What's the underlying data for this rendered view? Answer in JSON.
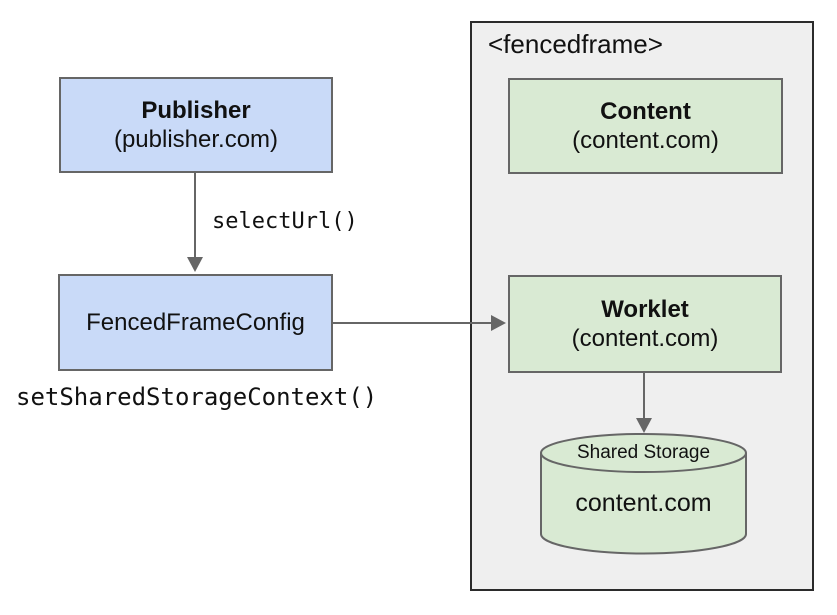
{
  "diagram": {
    "publisher": {
      "title": "Publisher",
      "subtitle": "(publisher.com)"
    },
    "fenced_frame_config": {
      "title": "FencedFrameConfig"
    },
    "labels": {
      "select_url": "selectUrl()",
      "set_shared_storage_context": "setSharedStorageContext()"
    },
    "fencedframe": {
      "tag_label": "<fencedframe>",
      "content": {
        "title": "Content",
        "subtitle": "(content.com)"
      },
      "worklet": {
        "title": "Worklet",
        "subtitle": "(content.com)"
      },
      "shared_storage": {
        "title": "Shared Storage",
        "origin": "content.com"
      }
    },
    "colors": {
      "publisher_fill": "#c9daf8",
      "frame_node_fill": "#d9ead3",
      "frame_fill": "#efefef",
      "box_border": "#666666",
      "frame_border": "#2b2b2b",
      "arrow": "#666666"
    }
  }
}
